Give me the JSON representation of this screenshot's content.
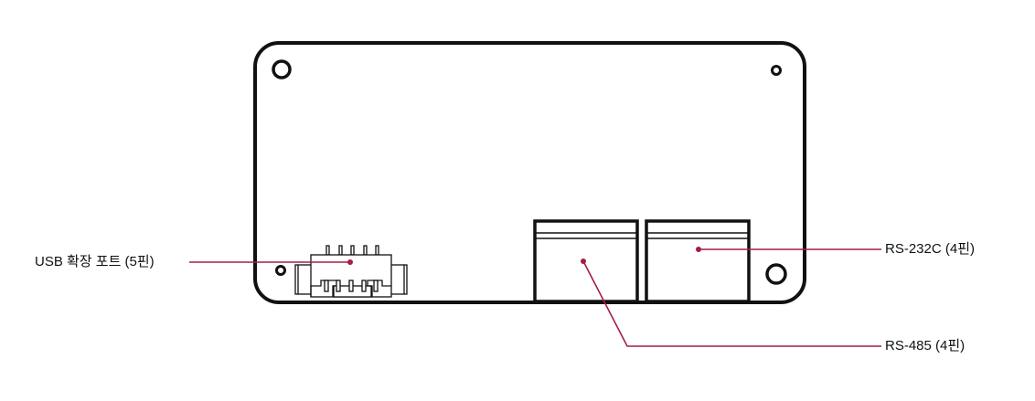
{
  "labels": {
    "usb": "USB 확장 포트 (5핀)",
    "rs232c": "RS-232C (4핀)",
    "rs485": "RS-485 (4핀)"
  },
  "colors": {
    "leader": "#a31f44",
    "outline": "#111111"
  }
}
